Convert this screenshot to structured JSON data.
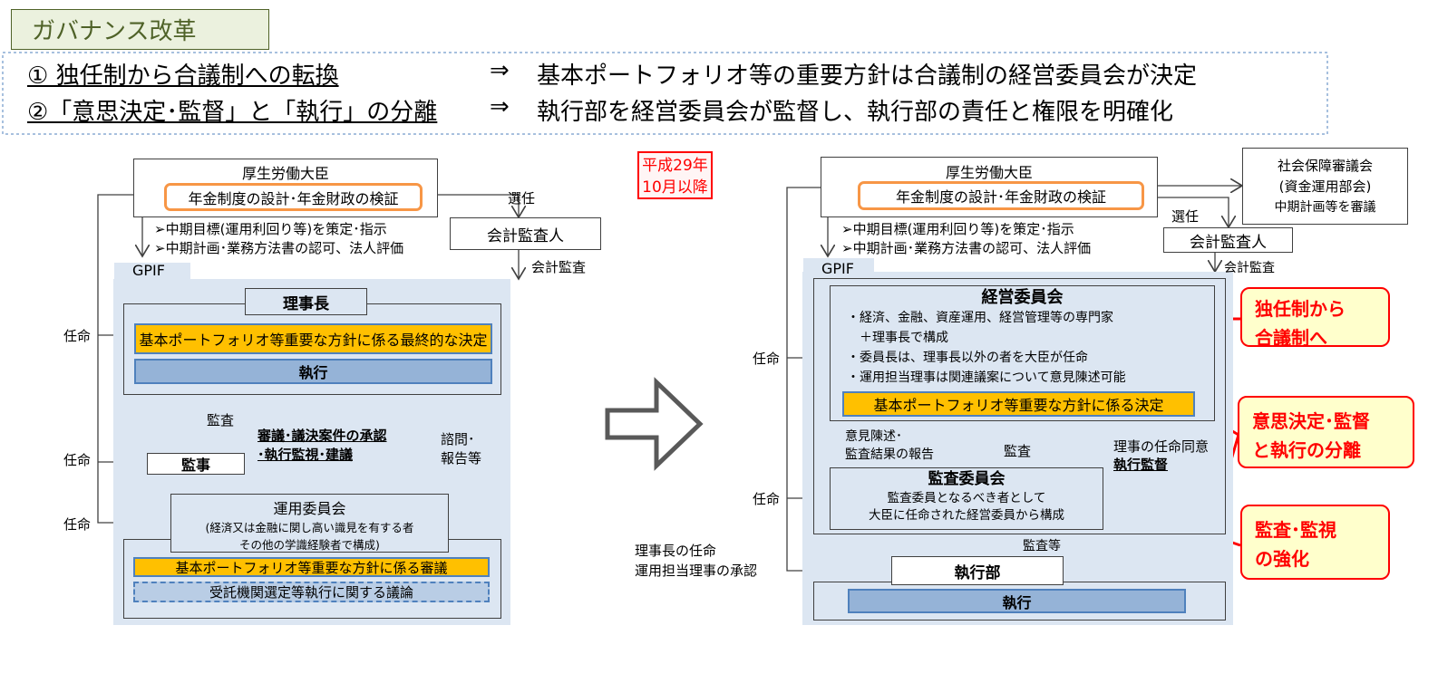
{
  "header": {
    "title": "ガバナンス改革",
    "points": [
      {
        "label": "① 独任制から合議制への転換",
        "arrow": "⇒",
        "desc": "基本ポートフォリオ等の重要方針は合議制の経営委員会が決定"
      },
      {
        "label": "②「意思決定･監督」と「執行」の分離",
        "arrow": "⇒",
        "desc": "執行部を経営委員会が監督し、執行部の責任と権限を明確化"
      }
    ]
  },
  "before": {
    "minister": "厚生労働大臣",
    "minister_role": "年金制度の設計･年金財政の検証",
    "bullets": [
      "➢中期目標(運用利回り等)を策定･指示",
      "➢中期計画･業務方法書の認可、法人評価"
    ],
    "appoint_select": "選任",
    "auditor": "会計監査人",
    "audit": "会計監査",
    "gpif": "GPIF",
    "chairman": "理事長",
    "final_decision": "基本ポートフォリオ等重要な方針に係る最終的な決定",
    "execution": "執行",
    "ninmei": "任命",
    "kansa": "監査",
    "kanji": "監事",
    "approval": [
      "審議･議決案件の承認",
      "･執行監視･建議"
    ],
    "consult": [
      "諮問･",
      "報告等"
    ],
    "committee": "運用委員会",
    "committee_desc": [
      "(経済又は金融に関し高い識見を有する者",
      "その他の学識経験者で構成)"
    ],
    "deliberation": "基本ポートフォリオ等重要な方針に係る審議",
    "discussion": "受託機関選定等執行に関する議論"
  },
  "after": {
    "date": [
      "平成29年",
      "10月以降"
    ],
    "minister": "厚生労働大臣",
    "minister_role": "年金制度の設計･年金財政の検証",
    "council": [
      "社会保障審議会",
      "(資金運用部会)",
      "中期計画等を審議"
    ],
    "bullets": [
      "➢中期目標(運用利回り等)を策定･指示",
      "➢中期計画･業務方法書の認可、法人評価"
    ],
    "appoint_select": "選任",
    "auditor": "会計監査人",
    "audit": "会計監査",
    "gpif": "GPIF",
    "board": "経営委員会",
    "board_items": [
      "・経済、金融、資産運用、経営管理等の専門家",
      "　＋理事長で構成",
      "・委員長は、理事長以外の者を大臣が任命",
      "・運用担当理事は関連議案について意見陳述可能"
    ],
    "decision": "基本ポートフォリオ等重要な方針に係る決定",
    "report": [
      "意見陳述･",
      "監査結果の報告"
    ],
    "kansa": "監査",
    "director_consent": "理事の任命同意",
    "exec_supervision": "執行監督",
    "audit_committee": "監査委員会",
    "audit_committee_desc": [
      "監査委員となるべき者として",
      "大臣に任命された経営委員から構成"
    ],
    "kansa_etc": "監査等",
    "ninmei": "任命",
    "chair_appoint": [
      "理事長の任命",
      "運用担当理事の承認"
    ],
    "exec_dept": "執行部",
    "execution": "執行"
  },
  "callouts": [
    [
      "独任制から",
      "合議制へ"
    ],
    [
      "意思決定･監督",
      "と執行の分離"
    ],
    [
      "監査･監視",
      "の強化"
    ]
  ]
}
